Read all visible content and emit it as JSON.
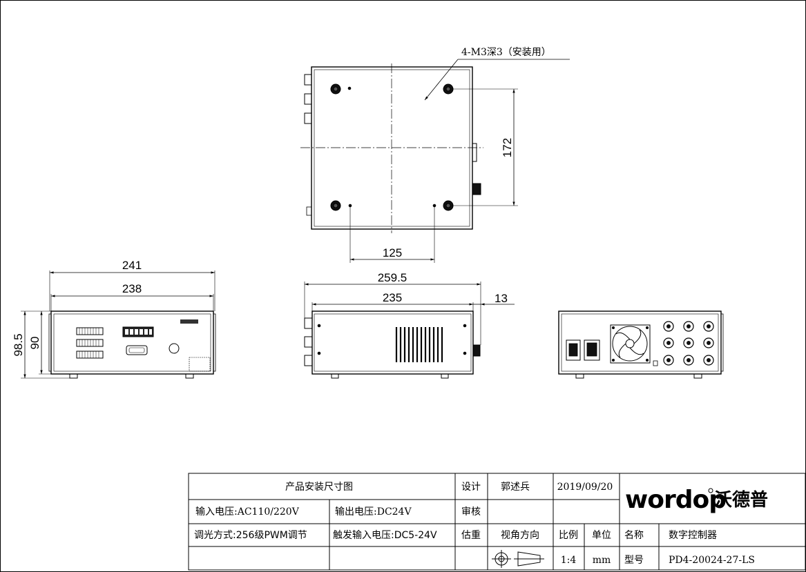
{
  "annotation": {
    "holes": "4-M3深3（安装用）"
  },
  "dimensions": {
    "top_height": "172",
    "top_hole_spacing": "125",
    "front_width_outer": "241",
    "front_width_inner": "238",
    "front_height_outer": "98.5",
    "front_height_inner": "90",
    "side_length_outer": "259.5",
    "side_length_inner": "235",
    "side_protrusion": "13"
  },
  "title_block": {
    "title": "产品安装尺寸图",
    "design_label": "设计",
    "designer": "郭述兵",
    "date": "2019/09/20",
    "input_voltage": "输入电压:AC110/220V",
    "output_voltage": "输出电压:DC24V",
    "review_label": "审核",
    "dimming": "调光方式:256级PWM调节",
    "trigger": "触发输入电压:DC5-24V",
    "weight_label": "估重",
    "view_direction": "视角方向",
    "scale_label": "比例",
    "unit_label": "单位",
    "name_label": "名称",
    "name_value": "数字控制器",
    "scale_value": "1:4",
    "unit_value": "mm",
    "model_label": "型号",
    "model_value": "PD4-20024-27-LS"
  },
  "brand": {
    "latin": "wordop",
    "chinese": "沃德普"
  }
}
